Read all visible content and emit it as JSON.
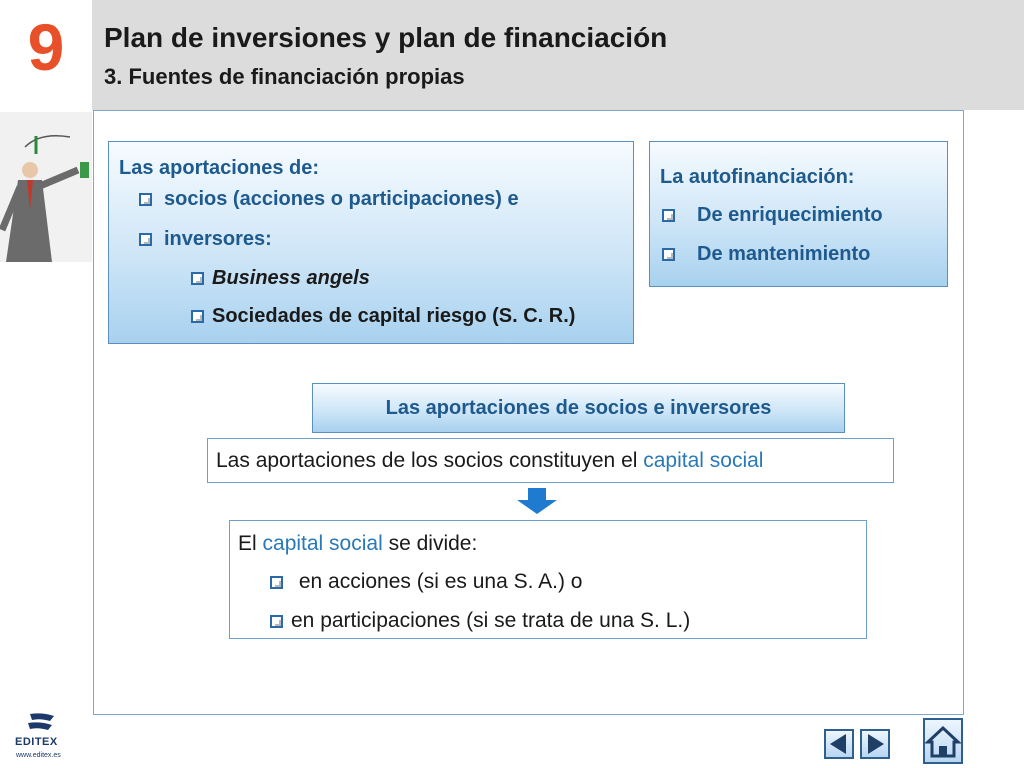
{
  "header": {
    "chapter_number": "9",
    "title": "Plan de inversiones y plan de financiación",
    "subtitle": "3. Fuentes de financiación propias"
  },
  "aportaciones_box": {
    "heading": "Las aportaciones de:",
    "items": [
      {
        "label": "socios (acciones o participaciones) e"
      },
      {
        "label": "inversores:"
      }
    ],
    "subitems": [
      {
        "label": "Business angels"
      },
      {
        "label": "Sociedades de capital riesgo (S. C. R.)"
      }
    ]
  },
  "autofinanciacion_box": {
    "heading": "La autofinanciación:",
    "items": [
      {
        "label": "De enriquecimiento"
      },
      {
        "label": "De mantenimiento"
      }
    ]
  },
  "section_heading": "Las aportaciones de socios e inversores",
  "capital_statement": {
    "prefix": "Las aportaciones de los socios constituyen el ",
    "highlight": "capital social"
  },
  "divide_box": {
    "prefix": "El ",
    "highlight": "capital social",
    "suffix": " se divide:",
    "items": [
      {
        "label": " en acciones (si es una S. A.) o"
      },
      {
        "label": "en participaciones (si se trata de una S. L.)"
      }
    ]
  },
  "footer": {
    "logo_text": "EDITEX",
    "logo_url": "www.editex.es"
  },
  "colors": {
    "chapter_accent": "#e8502a",
    "text_blue": "#1e5a8e",
    "highlight_blue": "#2a78b8",
    "arrow_blue": "#1f7bd0"
  }
}
